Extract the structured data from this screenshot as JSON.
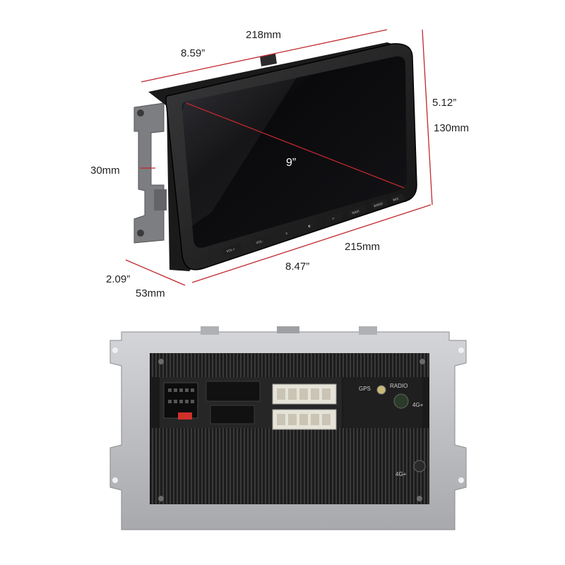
{
  "dimensions": {
    "top_inch": "8.59”",
    "top_mm": "218mm",
    "right_inch": "5.12”",
    "right_mm": "130mm",
    "left_mm": "30mm",
    "diagonal": "9”",
    "bottom_mm": "215mm",
    "bottom_inch": "8.47”",
    "depth_inch": "2.09”",
    "depth_mm": "53mm"
  },
  "buttons": [
    "VOL+",
    "VOL-",
    "⌂",
    "◐",
    "↶",
    "NAVI",
    "BAND",
    "MIX"
  ],
  "rear_labels": {
    "gps": "GPS",
    "radio": "RADIO",
    "ant1": "4G+",
    "ant2": "4G+"
  },
  "colors": {
    "dimension_line": "#c0282e",
    "screen": "#0b0b0d",
    "frame": "#b9babd",
    "body": "#222222"
  }
}
